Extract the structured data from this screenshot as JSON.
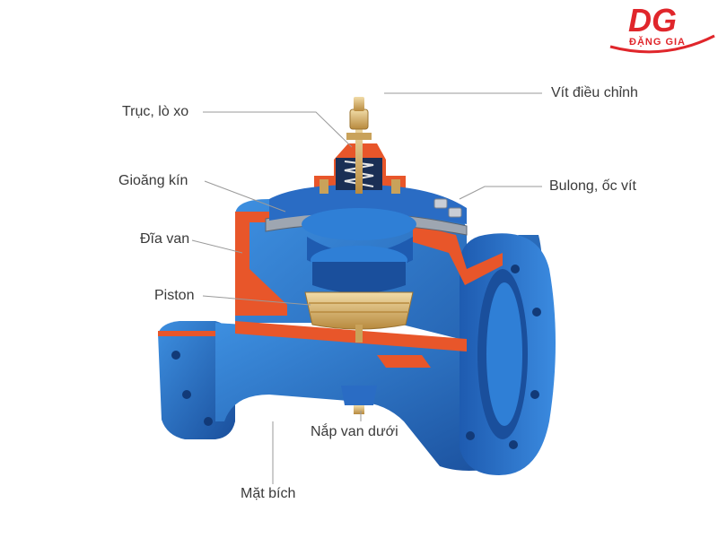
{
  "brand": {
    "logo_mark": "DG",
    "logo_text": "ĐẶNG GIA",
    "color": "#e0262b"
  },
  "labels": {
    "vit_dieu_chinh": "Vít điều chỉnh",
    "truc_lo_xo": "Trục, lò xo",
    "gioang_kin": "Gioăng kín",
    "bulong_oc_vit": "Bulong, ốc vít",
    "dia_van": "Đĩa van",
    "piston": "Piston",
    "nap_van_duoi": "Nắp van dưới",
    "mat_bich": "Mặt bích"
  },
  "colors": {
    "body_blue": "#1f5fb5",
    "body_blue_light": "#2f7fd6",
    "cut_orange": "#e8562a",
    "brass": "#d9b36b",
    "leader": "#9a9a9a"
  }
}
